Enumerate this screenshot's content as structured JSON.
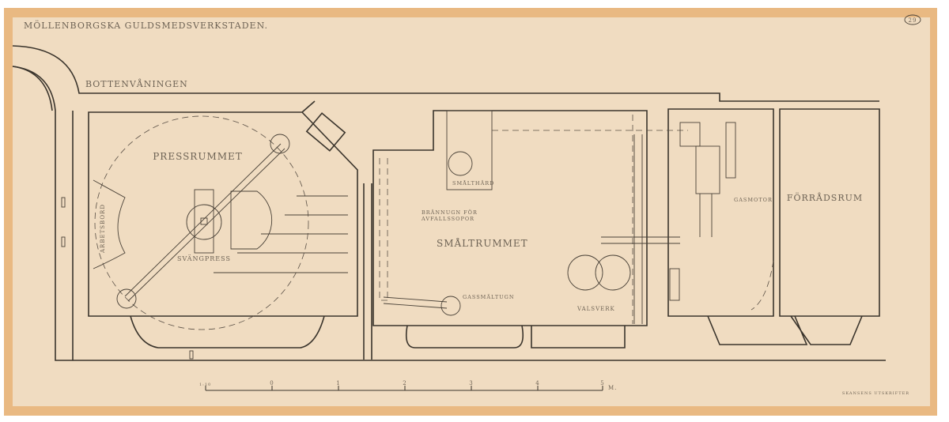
{
  "title": "MÖLLENBORGSKA GULDSMEDSVERKSTADEN.",
  "floor": "BOTTENVÅNINGEN",
  "sheet_number": "29",
  "stamp": "SKANSENS UTSKRIFTER",
  "rooms": {
    "pressrummet": "PRESSRUMMET",
    "smaltrummet": "SMÅLTRUMMET",
    "forradsrum": "FÖRRÅDSRUM"
  },
  "fixtures": {
    "arbetsbord": "ARBETSBORD",
    "svangpress": "SVÄNGPRESS",
    "smalthard": "SMÅLTHÄRD",
    "brannugn_1": "BRÄNNUGN FÖR",
    "brannugn_2": "AVFALLSSOPOR",
    "gassmaltugn": "GASSMÄLTUGN",
    "valsverk": "VALSVERK",
    "gasmotor": "GASMOTOR"
  },
  "scale": {
    "prefix": "1:10",
    "ticks": [
      "0",
      "1",
      "2",
      "3",
      "4",
      "5"
    ],
    "unit": "M."
  },
  "colors": {
    "paper": "#f0dcc1",
    "tape": "#e9b982",
    "ink": "#3a342c"
  }
}
